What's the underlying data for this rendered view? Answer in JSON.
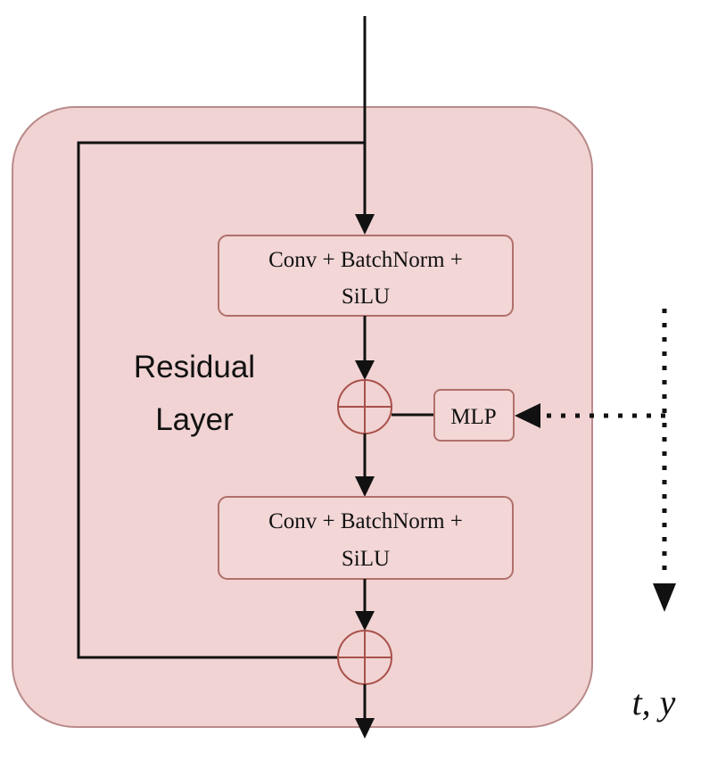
{
  "diagram": {
    "container_label_line1": "Residual",
    "container_label_line2": "Layer",
    "block1_line1": "Conv + BatchNorm +",
    "block1_line2": "SiLU",
    "block2_line1": "Conv + BatchNorm +",
    "block2_line2": "SiLU",
    "mlp_label": "MLP",
    "conditioning_label": "t, y"
  },
  "colors": {
    "container_fill": "#f1d3d3",
    "container_stroke": "#b98a8a",
    "box_stroke": "#b0706a",
    "sum_stroke": "#a8504a",
    "line": "#111111"
  }
}
